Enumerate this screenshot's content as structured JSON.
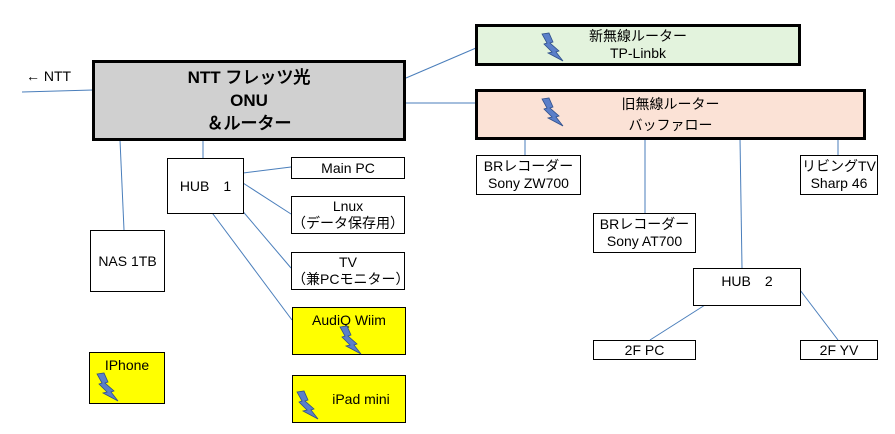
{
  "nodes": {
    "ntt_label": "← NTT",
    "onu": [
      "NTT フレッツ光",
      "ONU",
      "＆ルーター"
    ],
    "new_router": [
      "新無線ルーター",
      "TP-Linbk"
    ],
    "old_router": [
      "旧無線ルーター",
      "バッファロー"
    ],
    "hub1": "HUB　1",
    "main_pc": "Main PC",
    "lnux": [
      "Lnux",
      "（データ保存用）"
    ],
    "tv": [
      "TV",
      "（兼PCモニター）"
    ],
    "audiq": "AudiQ Wiim",
    "ipad": "iPad mini",
    "nas": "NAS 1TB",
    "iphone": "IPhone",
    "br_zw700": [
      "BRレコーダー",
      "Sony ZW700"
    ],
    "br_at700": [
      "BRレコーダー",
      "Sony AT700"
    ],
    "living_tv": [
      "リビングTV",
      "Sharp 46"
    ],
    "hub2": "HUB　2",
    "pc_2f": "2F PC",
    "yv_2f": "2F YV"
  },
  "colors": {
    "line": "#4a7ebb",
    "bolt_fill": "#5b7fc9",
    "wireless_yellow": "#ffff00",
    "onu_gray": "#d0d0d0",
    "new_router_green": "#e3f3dd",
    "old_router_peach": "#fbe2d6"
  },
  "icons": [
    "lightning-bolt-icon"
  ]
}
